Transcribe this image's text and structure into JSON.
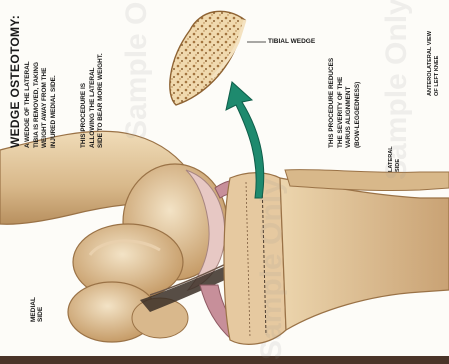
{
  "heading": "WEDGE OSTEOTOMY:",
  "paragraph_1": "A WEDGE OF THE LATERAL\nTIBIA IS REMOVED, TAKING\nWEIGHT AWAY FROM THE\nINJURED MEDIAL SIDE.",
  "paragraph_2": "THIS PROCEDURE IS\nALLOWING THE LATERAL\nSIDE TO BEAR MORE WEIGHT.",
  "paragraph_3": "THIS PROCEDURE REDUCES\nTHE SEVERITY OF THE\nVARUS ALIGNMENT\n(BOW-LEGGEDNESS)",
  "label_tibial_wedge": "TIBIAL WEDGE",
  "label_lateral_side": "LATERAL\nSIDE",
  "label_medial_side": "MEDIAL\nSIDE",
  "label_view": "ANTEROLATERAL VIEW\nOF LEFT KNEE",
  "watermarks": [
    "Sample Only",
    "Sample Only",
    "Sample Only"
  ],
  "colors": {
    "bone": "#e2c9a0",
    "bone_shadow": "#b98f5e",
    "cartilage": "#d9b3b3",
    "arrow": "#1e8a6e",
    "dark_band": "#3a2e26"
  }
}
